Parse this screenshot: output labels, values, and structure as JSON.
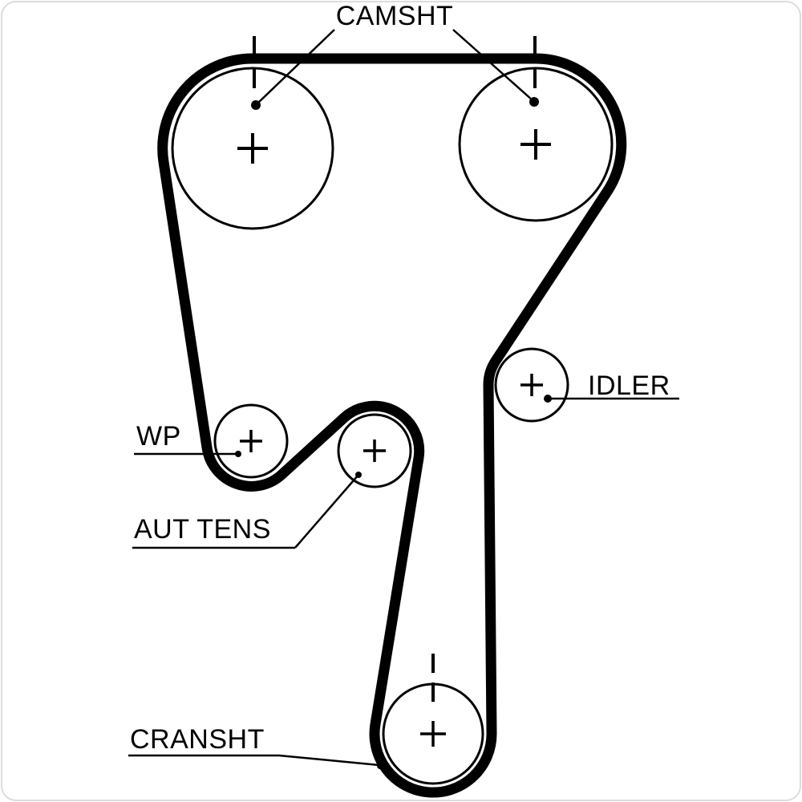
{
  "diagram": {
    "type": "timing-belt-routing-diagram",
    "background_color": "#ffffff",
    "line_color": "#000000",
    "border_color": "#dcdcdc",
    "labels": {
      "camshaft": "CAMSHT",
      "water_pump": "WP",
      "auto_tensioner": "AUT TENS",
      "idler": "IDLER",
      "crankshaft": "CRANSHT"
    },
    "components": [
      {
        "name": "camshaft-left-pulley",
        "mark": "+",
        "timing_mark": "dashed"
      },
      {
        "name": "camshaft-right-pulley",
        "mark": "+",
        "timing_mark": "dashed"
      },
      {
        "name": "idler-pulley",
        "mark": "+"
      },
      {
        "name": "water-pump-pulley",
        "mark": "+"
      },
      {
        "name": "tensioner-pulley",
        "mark": "+"
      },
      {
        "name": "crankshaft-pulley",
        "mark": "+",
        "timing_mark": "dashed"
      }
    ]
  }
}
